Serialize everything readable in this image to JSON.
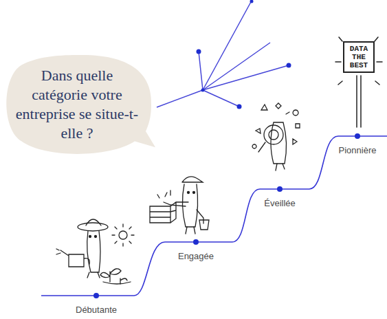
{
  "diagram": {
    "nodes": [
      {
        "text": [
          "Dans quelle catégorie votre entreprise se situe-t-elle ?"
        ]
      },
      {
        "text": [
          "DATA THE BEST"
        ]
      }
    ],
    "labels": [
      "Débutante",
      "Engagée",
      "Éveillée",
      "Pionnière"
    ]
  }
}
